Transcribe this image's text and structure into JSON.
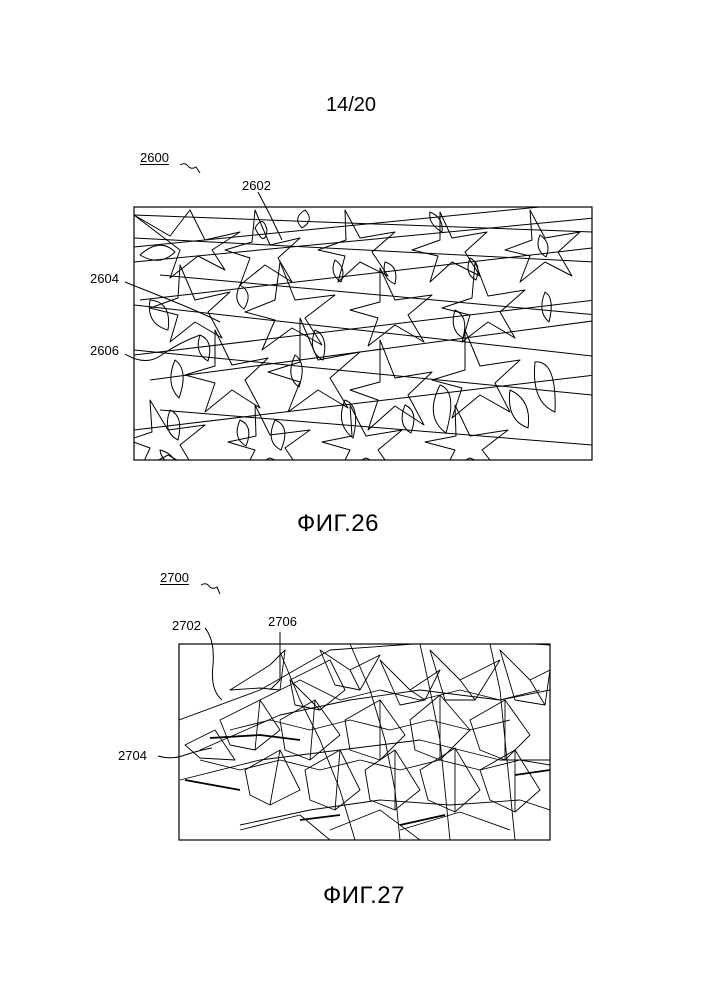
{
  "page": {
    "number": "14/20"
  },
  "fig26": {
    "ref_main": "2600",
    "ref_a": "2602",
    "ref_b": "2604",
    "ref_c": "2606",
    "caption": "ФИГ.26"
  },
  "fig27": {
    "ref_main": "2700",
    "ref_a": "2702",
    "ref_b": "2706",
    "ref_c": "2704",
    "caption": "ФИГ.27"
  }
}
